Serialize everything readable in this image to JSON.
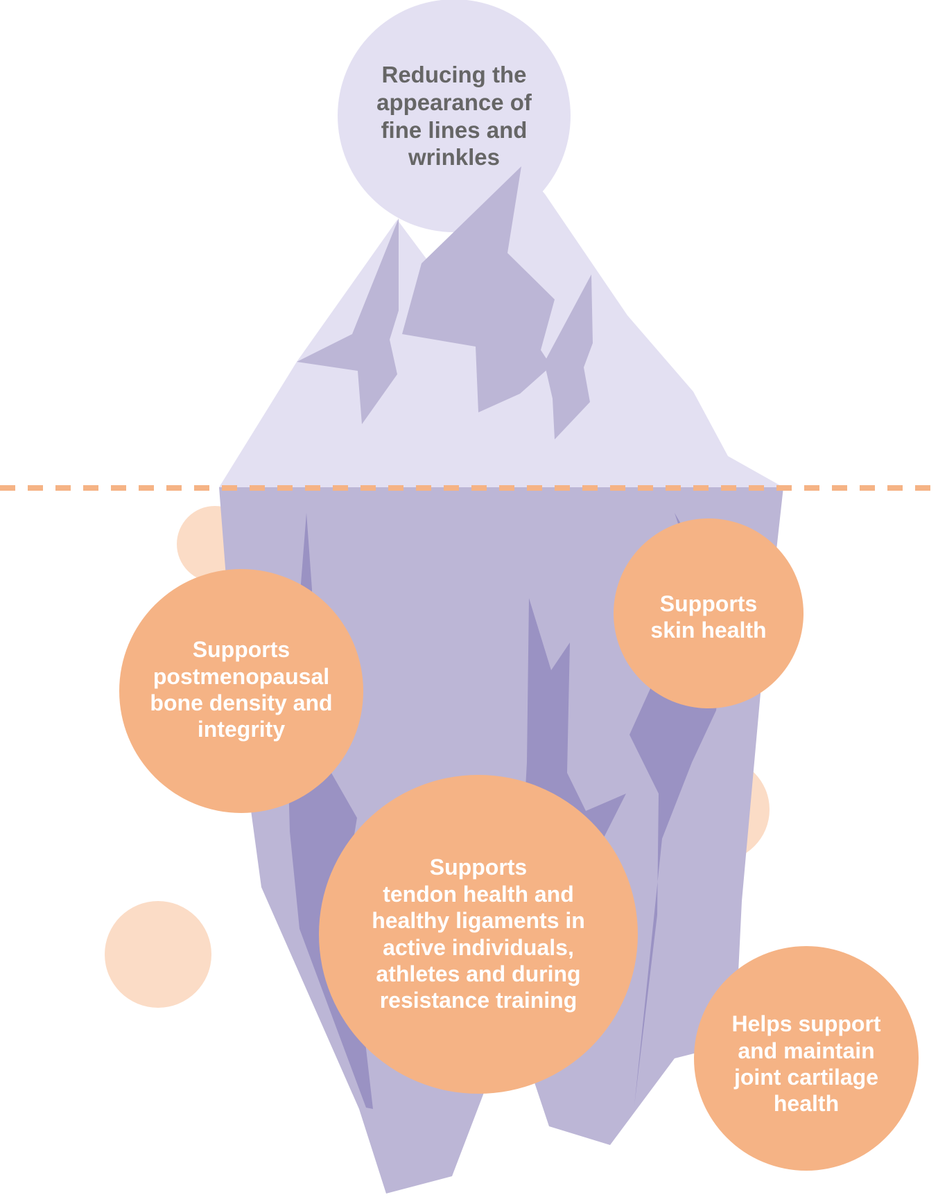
{
  "colors": {
    "background": "#ffffff",
    "berg_above": "#e3e0f2",
    "berg_below": "#bcb6d6",
    "crevice": "#9a92c3",
    "bubble_orange": "#f5b385",
    "bubble_faint": "#fbdcc6",
    "waterline": "#f5b385",
    "text_dark": "#666666",
    "text_light": "#ffffff"
  },
  "top_benefit": {
    "lines": [
      "Reducing the",
      "appearance of",
      "fine lines and",
      "wrinkles"
    ]
  },
  "benefits": [
    {
      "id": "bone",
      "lines": [
        "Supports",
        "postmenopausal",
        "bone density and",
        "integrity"
      ]
    },
    {
      "id": "skin",
      "lines": [
        "Supports",
        "skin health"
      ]
    },
    {
      "id": "tendon",
      "lines": [
        "Supports",
        "tendon health and",
        "healthy ligaments in",
        "active individuals,",
        "athletes and during",
        "resistance training"
      ]
    },
    {
      "id": "joint",
      "lines": [
        "Helps support",
        "and maintain",
        "joint cartilage",
        "health"
      ]
    }
  ]
}
